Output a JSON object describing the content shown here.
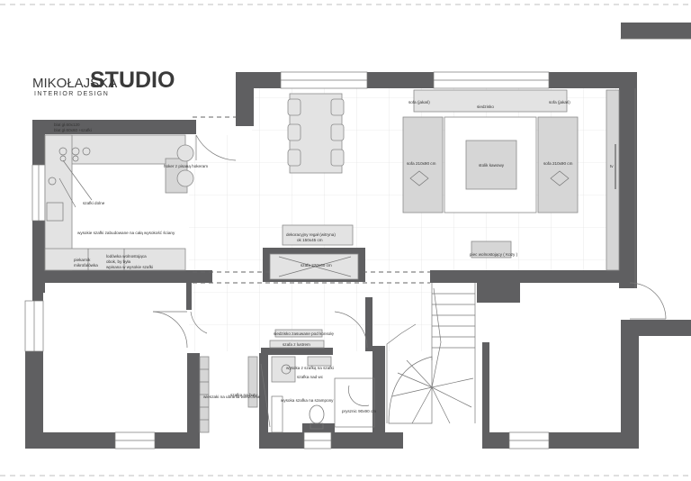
{
  "logo": {
    "name_part": "MIKOŁAJSKA",
    "studio_part": "STUDIO",
    "tagline": "INTERIOR DESIGN"
  },
  "labels": {
    "blat_top": "blat gł.60x120",
    "blat_top2": "blat gł.60x60 +szafki",
    "bar_stools": "hoker z pisaną hokeram",
    "sideboard": "szafki dolne",
    "tall_cabinets": "wysokie szafki zabudowane na całą wysokość ściany",
    "fridge_note": "lodówka wolnostojąca",
    "fridge_note2": "obok, by była",
    "fridge_note3": "wpisana w wysokie szafki",
    "oven": "piekarnik",
    "microwave": "mikrofalówka",
    "decor_shelf": "dekoracyjny regał (witryna)",
    "decor_shelf_dim": "ok 150x45 cm",
    "fireplace": "szafa 220x60 cm",
    "sofa_left": "sofa 210x90 cm",
    "sofa_right": "sofa 210x90 cm",
    "coffee_table": "stolik kawowy",
    "tv": "tv",
    "armchair_left": "sofa (jakaś)",
    "bench": "siedzisko",
    "armchair_right": "sofa (jakaś)",
    "free_chair": "piec wolnostojący ( Kozy )",
    "hall_bench": "siedzisko zasuwane pod konsolę",
    "hall_shoes": "szafa z lustrem",
    "bath_cabinet": "wysoka z szafką na szafki",
    "bath_niche": "szafka nad wc",
    "bath_tall": "wysoka szafka na szampony",
    "shower": "prysznic 90x90 cm",
    "wardrobe": "wieszaki na ubrania wierzchnie",
    "washer": "szafka na buty"
  }
}
